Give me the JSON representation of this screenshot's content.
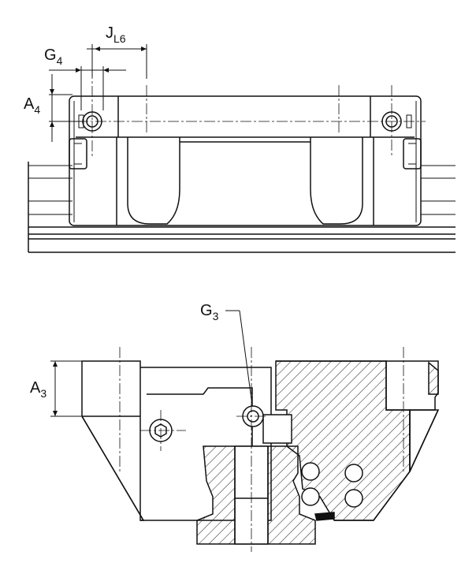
{
  "labels": {
    "J": "J",
    "J_sub": "L6",
    "G4": "G",
    "G4_sub": "4",
    "A4": "A",
    "A4_sub": "4",
    "G3": "G",
    "G3_sub": "3",
    "A3": "A",
    "A3_sub": "3"
  }
}
